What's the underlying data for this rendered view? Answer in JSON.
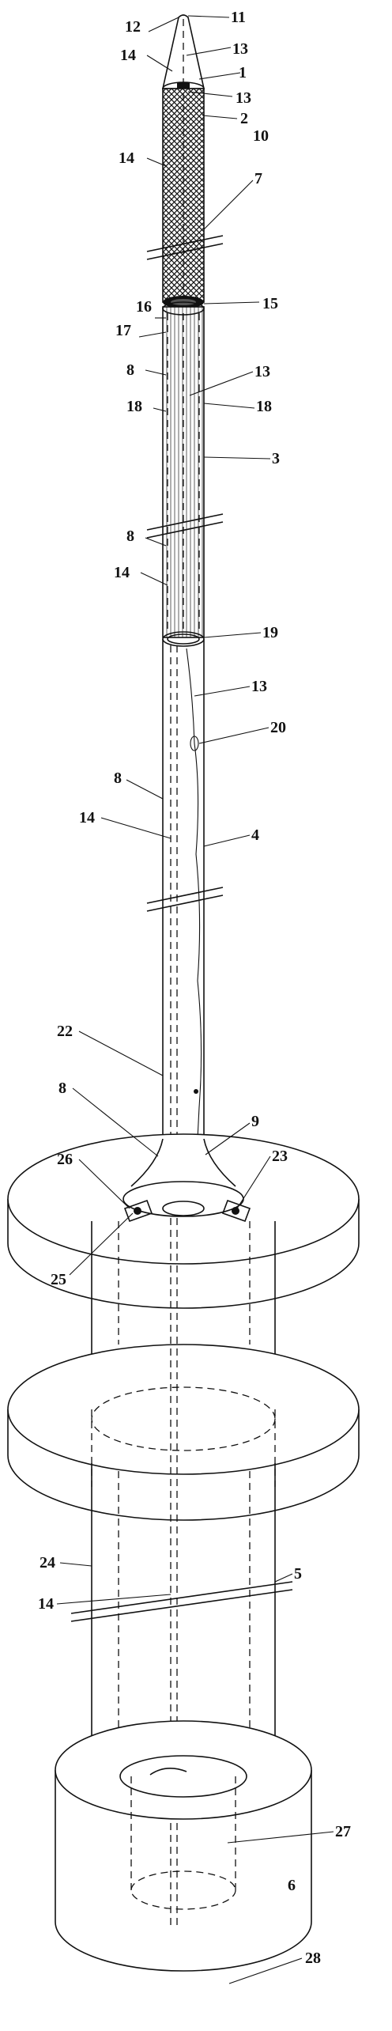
{
  "figure": {
    "labels": {
      "l1": "1",
      "l2": "2",
      "l3": "3",
      "l4": "4",
      "l5": "5",
      "l6": "6",
      "l7": "7",
      "l8": "8",
      "l9": "9",
      "l10": "10",
      "l11": "11",
      "l12": "12",
      "l13": "13",
      "l14": "14",
      "l15": "15",
      "l16": "16",
      "l17": "17",
      "l18": "18",
      "l19": "19",
      "l20": "20",
      "l22": "22",
      "l23": "23",
      "l24": "24",
      "l25": "25",
      "l26": "26",
      "l27": "27",
      "l28": "28"
    },
    "colors": {
      "ink": "#111111",
      "background": "#ffffff"
    }
  }
}
